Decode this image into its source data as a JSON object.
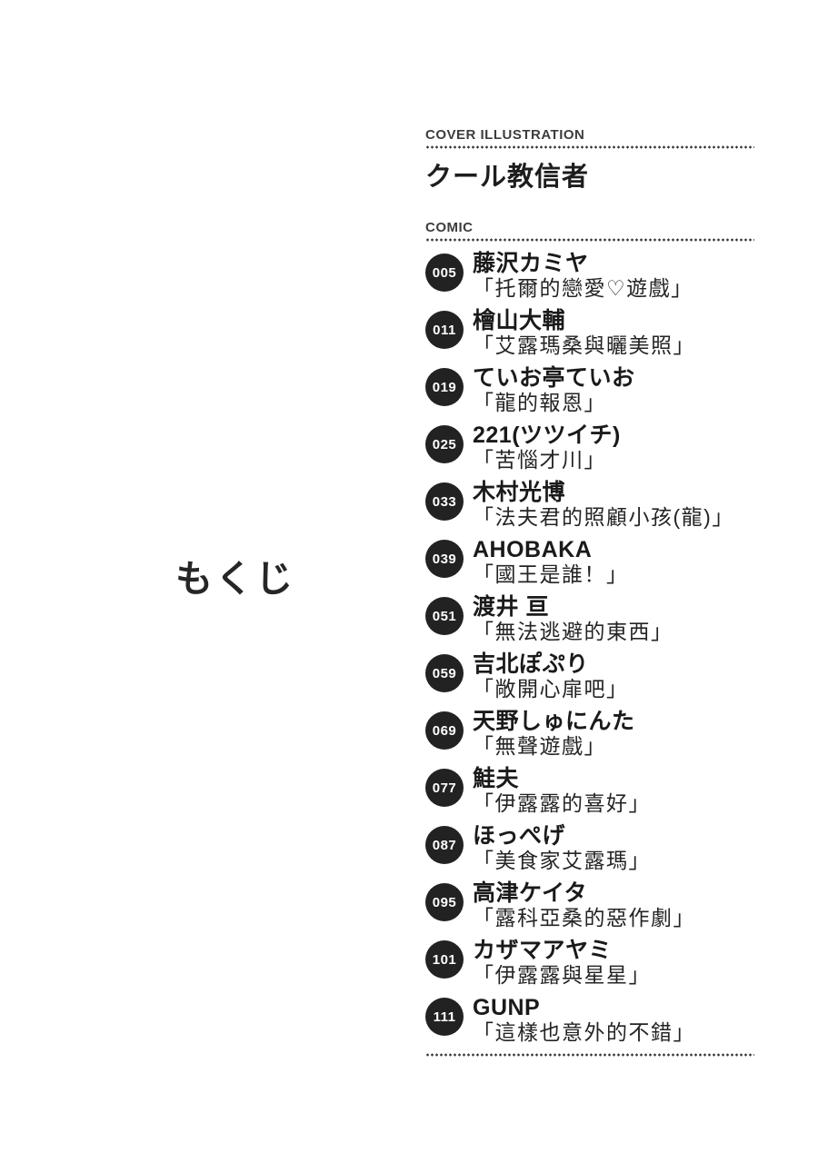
{
  "page": {
    "heading": "もくじ"
  },
  "colors": {
    "ink": "#1a1a1a",
    "label_gray": "#3d3d3d",
    "badge_background": "#222222",
    "badge_text": "#ffffff",
    "page_background": "#ffffff"
  },
  "cover": {
    "label": "COVER ILLUSTRATION",
    "artist": "クール教信者"
  },
  "comic": {
    "label": "COMIC",
    "entries": [
      {
        "page": "005",
        "author": "藤沢カミヤ",
        "title": "「托爾的戀愛♡遊戲」"
      },
      {
        "page": "011",
        "author": "檜山大輔",
        "title": "「艾露瑪桑與曬美照」"
      },
      {
        "page": "019",
        "author": "ていお亭ていお",
        "title": "「龍的報恩」"
      },
      {
        "page": "025",
        "author": "221(ツツイチ)",
        "title": "「苦惱才川」"
      },
      {
        "page": "033",
        "author": "木村光博",
        "title": "「法夫君的照顧小孩(龍)」"
      },
      {
        "page": "039",
        "author": "AHOBAKA",
        "title": "「國王是誰！」"
      },
      {
        "page": "051",
        "author": "渡井 亘",
        "title": "「無法逃避的東西」"
      },
      {
        "page": "059",
        "author": "吉北ぽぷり",
        "title": "「敞開心扉吧」"
      },
      {
        "page": "069",
        "author": "天野しゅにんた",
        "title": "「無聲遊戲」"
      },
      {
        "page": "077",
        "author": "鮭夫",
        "title": "「伊露露的喜好」"
      },
      {
        "page": "087",
        "author": "ほっぺげ",
        "title": "「美食家艾露瑪」"
      },
      {
        "page": "095",
        "author": "高津ケイタ",
        "title": "「露科亞桑的惡作劇」"
      },
      {
        "page": "101",
        "author": "カザマアヤミ",
        "title": "「伊露露與星星」"
      },
      {
        "page": "111",
        "author": "GUNP",
        "title": "「這樣也意外的不錯」"
      }
    ]
  }
}
